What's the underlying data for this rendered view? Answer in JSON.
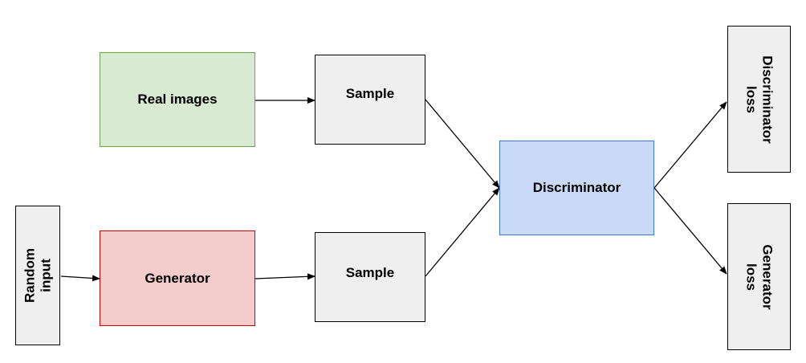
{
  "nodes": {
    "real_images": {
      "label": "Real images",
      "fill": "#d9ead3",
      "border": "#6aa84f"
    },
    "sample_top": {
      "label": "Sample",
      "fill": "#efefef",
      "border": "#000000"
    },
    "random_input": {
      "label": "Random input",
      "fill": "#efefef",
      "border": "#000000"
    },
    "generator": {
      "label": "Generator",
      "fill": "#f4cccc",
      "border": "#cc0000"
    },
    "sample_bottom": {
      "label": "Sample",
      "fill": "#efefef",
      "border": "#000000"
    },
    "discriminator": {
      "label": "Discriminator",
      "fill": "#c9daf8",
      "border": "#3c78d8"
    },
    "discriminator_loss": {
      "label": "Discriminator\nloss",
      "fill": "#efefef",
      "border": "#000000"
    },
    "generator_loss": {
      "label": "Generator\nloss",
      "fill": "#efefef",
      "border": "#000000"
    }
  },
  "edges": [
    {
      "from": "real_images",
      "to": "sample_top"
    },
    {
      "from": "random_input",
      "to": "generator"
    },
    {
      "from": "generator",
      "to": "sample_bottom"
    },
    {
      "from": "sample_top",
      "to": "discriminator"
    },
    {
      "from": "sample_bottom",
      "to": "discriminator"
    },
    {
      "from": "discriminator",
      "to": "discriminator_loss"
    },
    {
      "from": "discriminator",
      "to": "generator_loss"
    }
  ]
}
